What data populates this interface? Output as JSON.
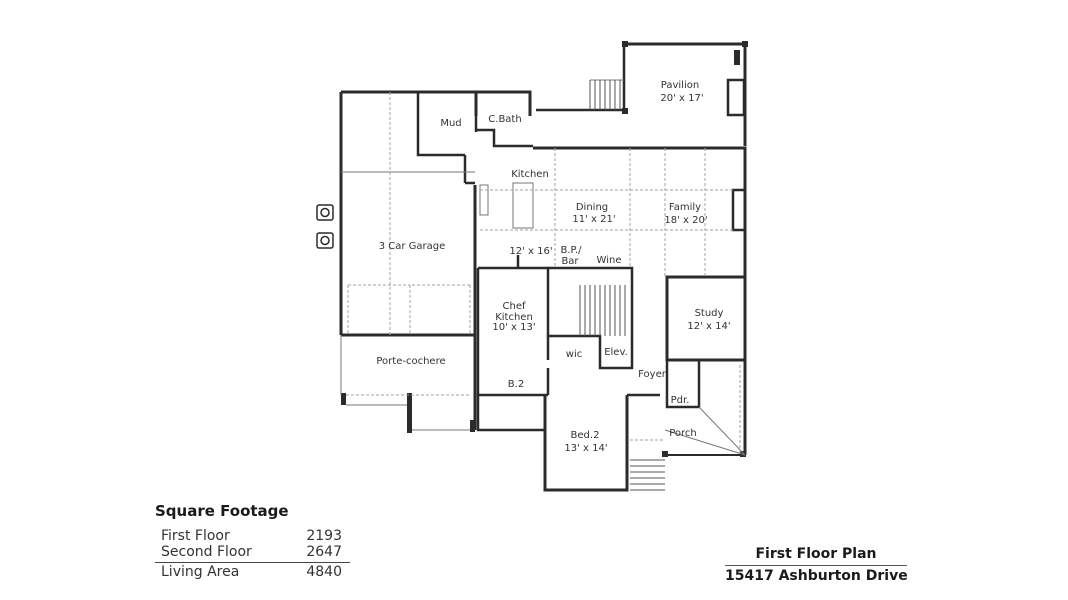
{
  "plan": {
    "title": "First Floor Plan",
    "address": "15417 Ashburton Drive",
    "rooms": [
      {
        "id": "pavilion",
        "name": "Pavilion",
        "size": "20' x 17'"
      },
      {
        "id": "mud",
        "name": "Mud",
        "size": ""
      },
      {
        "id": "cbath",
        "name": "C.Bath",
        "size": ""
      },
      {
        "id": "kitchen",
        "name": "Kitchen",
        "size": "12' x 16'"
      },
      {
        "id": "dining",
        "name": "Dining",
        "size": "11' x 21'"
      },
      {
        "id": "family",
        "name": "Family",
        "size": "18' x 20'"
      },
      {
        "id": "garage",
        "name": "3 Car Garage",
        "size": ""
      },
      {
        "id": "bpbar",
        "name": "B.P./",
        "name2": "Bar",
        "size": ""
      },
      {
        "id": "wine",
        "name": "Wine",
        "size": ""
      },
      {
        "id": "chef",
        "name": "Chef",
        "name2": "Kitchen",
        "size": "10' x 13'"
      },
      {
        "id": "study",
        "name": "Study",
        "size": "12' x 14'"
      },
      {
        "id": "porte",
        "name": "Porte-cochere",
        "size": ""
      },
      {
        "id": "wic",
        "name": "wic",
        "size": ""
      },
      {
        "id": "elev",
        "name": "Elev.",
        "size": ""
      },
      {
        "id": "foyer",
        "name": "Foyer",
        "size": ""
      },
      {
        "id": "b2",
        "name": "B.2",
        "size": ""
      },
      {
        "id": "pdr",
        "name": "Pdr.",
        "size": ""
      },
      {
        "id": "bed2",
        "name": "Bed.2",
        "size": "13' x 14'"
      },
      {
        "id": "porch",
        "name": "Porch",
        "size": ""
      }
    ]
  },
  "square_footage": {
    "title": "Square Footage",
    "rows": [
      {
        "label": "First Floor",
        "value": "2193"
      },
      {
        "label": "Second Floor",
        "value": "2647"
      }
    ],
    "total": {
      "label": "Living Area",
      "value": "4840"
    }
  },
  "colors": {
    "wall": "#2b2b2b",
    "thin_line": "#777777",
    "dashed": "#a0a0a0",
    "text": "#333333"
  }
}
